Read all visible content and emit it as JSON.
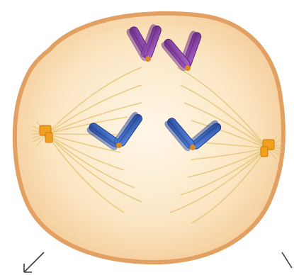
{
  "figure": {
    "subject": "cell-anaphase-illustration",
    "colors": {
      "background": "#ffffff",
      "cytoplasm_light": "#fdf0da",
      "cytoplasm_mid": "#f6d8a6",
      "membrane": "#e7a866",
      "spindle": "#e8c87c",
      "centrosome": "#f0a01e",
      "kinetochore": "#d98a2a",
      "chromosome_top": "#8a3fa6",
      "chromosome_top_dark": "#5e2277",
      "chromosome_bottom": "#2f5fbf",
      "chromosome_bottom_dark": "#1d3a86",
      "arrow": "#3a3a3a"
    },
    "chromosome_groups": [
      {
        "name": "upper-pair",
        "color_key": "chromosome_top"
      },
      {
        "name": "lower-pair",
        "color_key": "chromosome_bottom"
      }
    ],
    "icons": [
      "centrosome-left-icon",
      "centrosome-right-icon",
      "arrow-left-icon",
      "arrow-right-icon"
    ]
  }
}
